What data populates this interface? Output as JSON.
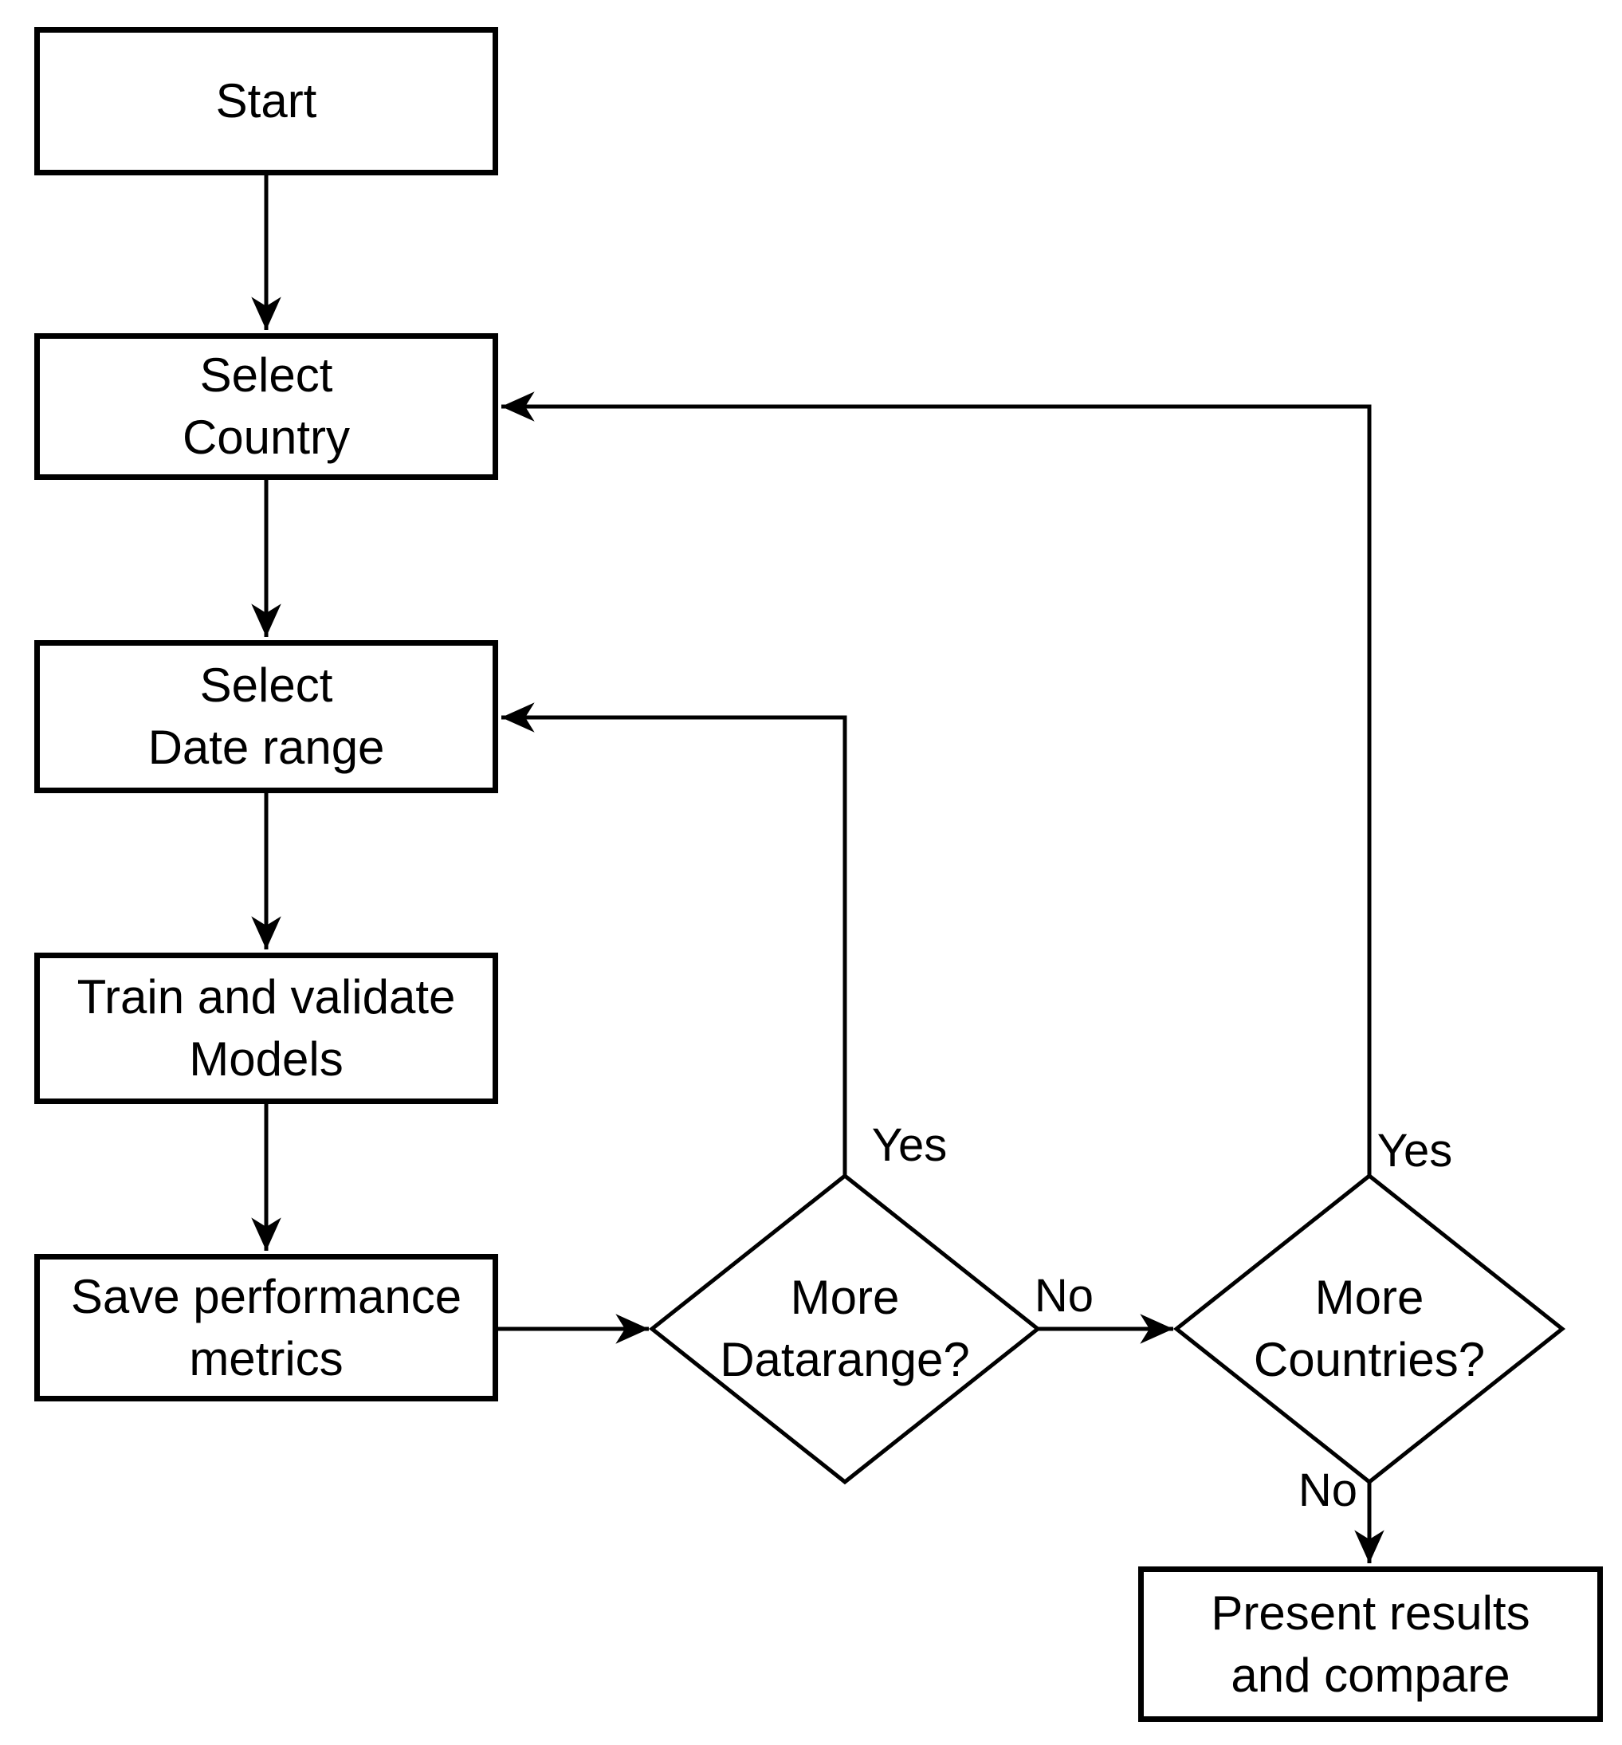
{
  "diagram": {
    "type": "flowchart",
    "background_color": "#ffffff",
    "stroke_color": "#000000",
    "text_color": "#000000"
  },
  "nodes": {
    "start": {
      "shape": "rectangle",
      "lines": [
        "Start"
      ]
    },
    "select_country": {
      "shape": "rectangle",
      "lines": [
        "Select",
        "Country"
      ]
    },
    "select_date_range": {
      "shape": "rectangle",
      "lines": [
        "Select",
        "Date range"
      ]
    },
    "train_validate": {
      "shape": "rectangle",
      "lines": [
        "Train and validate",
        "Models"
      ]
    },
    "save_metrics": {
      "shape": "rectangle",
      "lines": [
        "Save performance",
        "metrics"
      ]
    },
    "more_datarange": {
      "shape": "diamond",
      "lines": [
        "More",
        "Datarange?"
      ]
    },
    "more_countries": {
      "shape": "diamond",
      "lines": [
        "More",
        "Countries?"
      ]
    },
    "present_results": {
      "shape": "rectangle",
      "lines": [
        "Present results",
        "and compare"
      ]
    }
  },
  "edge_labels": {
    "datarange_yes": "Yes",
    "datarange_no": "No",
    "countries_yes": "Yes",
    "countries_no": "No"
  }
}
